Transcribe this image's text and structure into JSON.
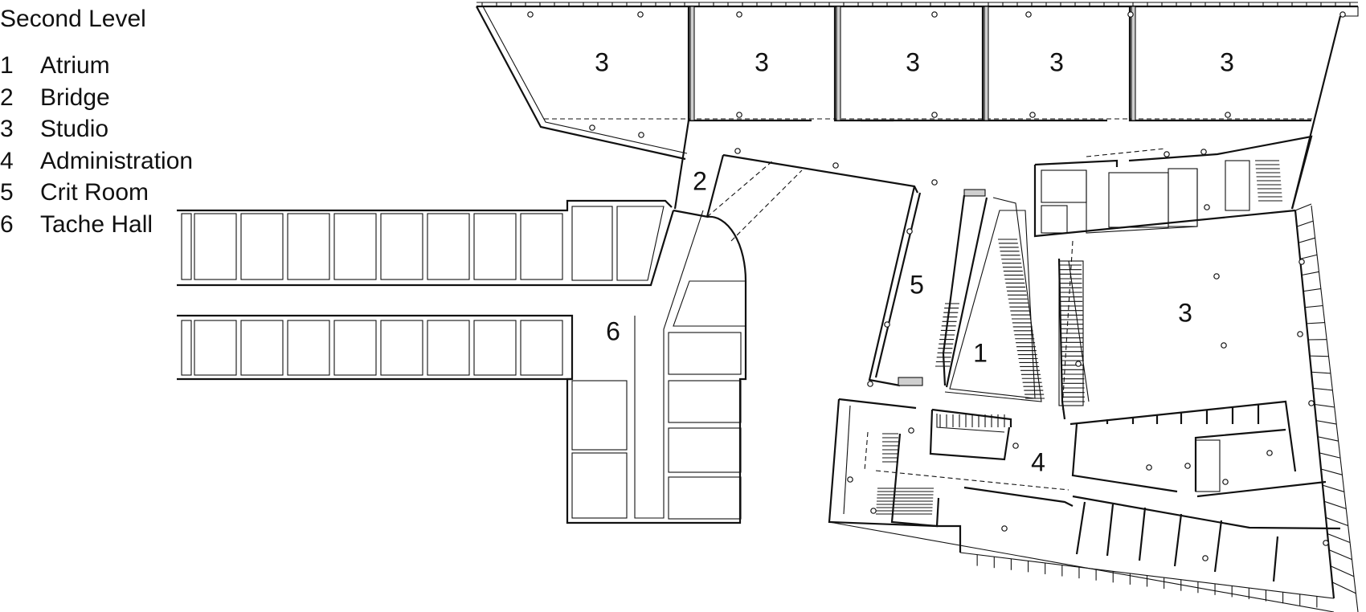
{
  "title": "Second Level",
  "legend": [
    {
      "num": "1",
      "label": "Atrium"
    },
    {
      "num": "2",
      "label": "Bridge"
    },
    {
      "num": "3",
      "label": "Studio"
    },
    {
      "num": "4",
      "label": "Administration"
    },
    {
      "num": "5",
      "label": "Crit Room"
    },
    {
      "num": "6",
      "label": "Tache Hall"
    }
  ],
  "plan_labels": {
    "atrium": "1",
    "bridge": "2",
    "studio": "3",
    "administration": "4",
    "crit_room": "5",
    "tache_hall": "6"
  }
}
